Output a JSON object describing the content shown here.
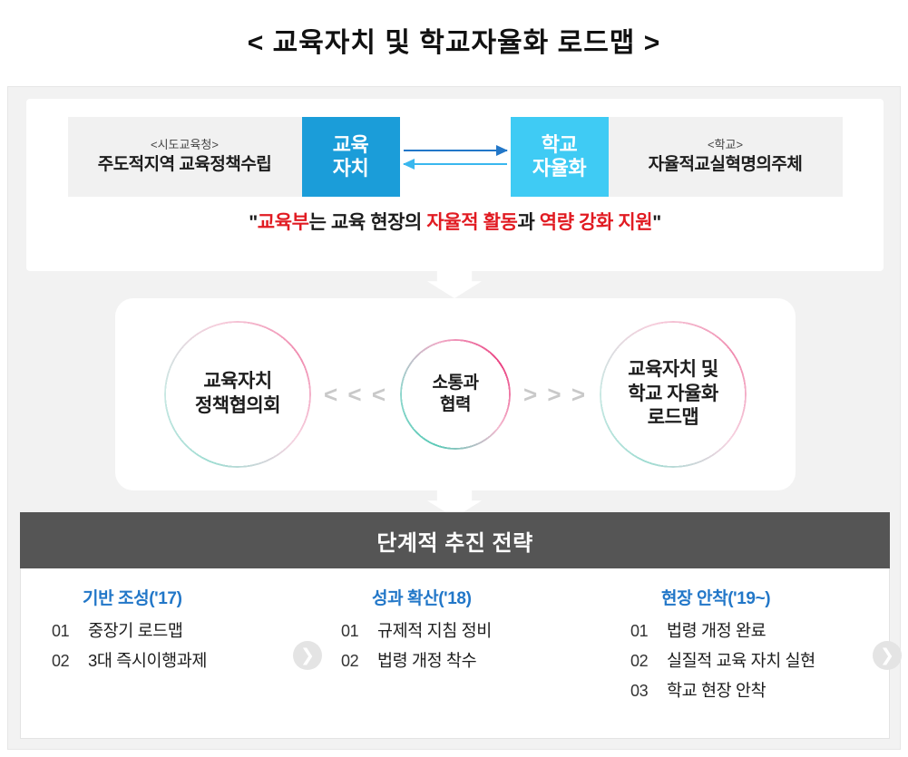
{
  "title": "< 교육자치 및 학교자율화 로드맵 >",
  "top_section": {
    "left_box": {
      "tag": "<시도교육청>",
      "label": "주도적지역 교육정책수립"
    },
    "center_left_box": {
      "line1": "교육",
      "line2": "자치",
      "color": "#1b9dd9"
    },
    "center_right_box": {
      "line1": "학교",
      "line2": "자율화",
      "color": "#3fcbf4"
    },
    "right_box": {
      "tag": "<학교>",
      "label": "자율적교실혁명의주체"
    },
    "arrows": {
      "right_arrow_color": "#2277c8",
      "left_arrow_color": "#39b7ee"
    },
    "quote": {
      "open": "\"",
      "part1": "교육부",
      "part2": "는 교육 현장의 ",
      "part3": "자율적 활동",
      "part4": "과 ",
      "part5": "역량 강화 지원",
      "close": "\"",
      "highlight_color": "#e11b22"
    }
  },
  "mid_section": {
    "left_circle": {
      "line1": "교육자치",
      "line2": "정책협의회"
    },
    "left_chevrons": "< < <",
    "center_circle": {
      "line1": "소통과",
      "line2": "협력"
    },
    "right_chevrons": "> > >",
    "right_circle": {
      "line1": "교육자치 및",
      "line2": "학교 자율화",
      "line3": "로드맵"
    }
  },
  "banner": {
    "label": "단계적 추진 전략",
    "background": "#555555"
  },
  "stages": {
    "heading_color": "#2277c8",
    "columns": [
      {
        "title": "기반 조성('17)",
        "items": [
          {
            "num": "01",
            "text": "중장기 로드맵"
          },
          {
            "num": "02",
            "text": "3대 즉시이행과제"
          }
        ]
      },
      {
        "title": "성과 확산('18)",
        "items": [
          {
            "num": "01",
            "text": "규제적 지침 정비"
          },
          {
            "num": "02",
            "text": "법령 개정 착수"
          }
        ]
      },
      {
        "title": "현장 안착('19~)",
        "items": [
          {
            "num": "01",
            "text": "법령 개정 완료"
          },
          {
            "num": "02",
            "text": "실질적 교육 자치 실현"
          },
          {
            "num": "03",
            "text": "학교 현장 안착"
          }
        ]
      }
    ],
    "step_arrow_glyph": "❯"
  }
}
